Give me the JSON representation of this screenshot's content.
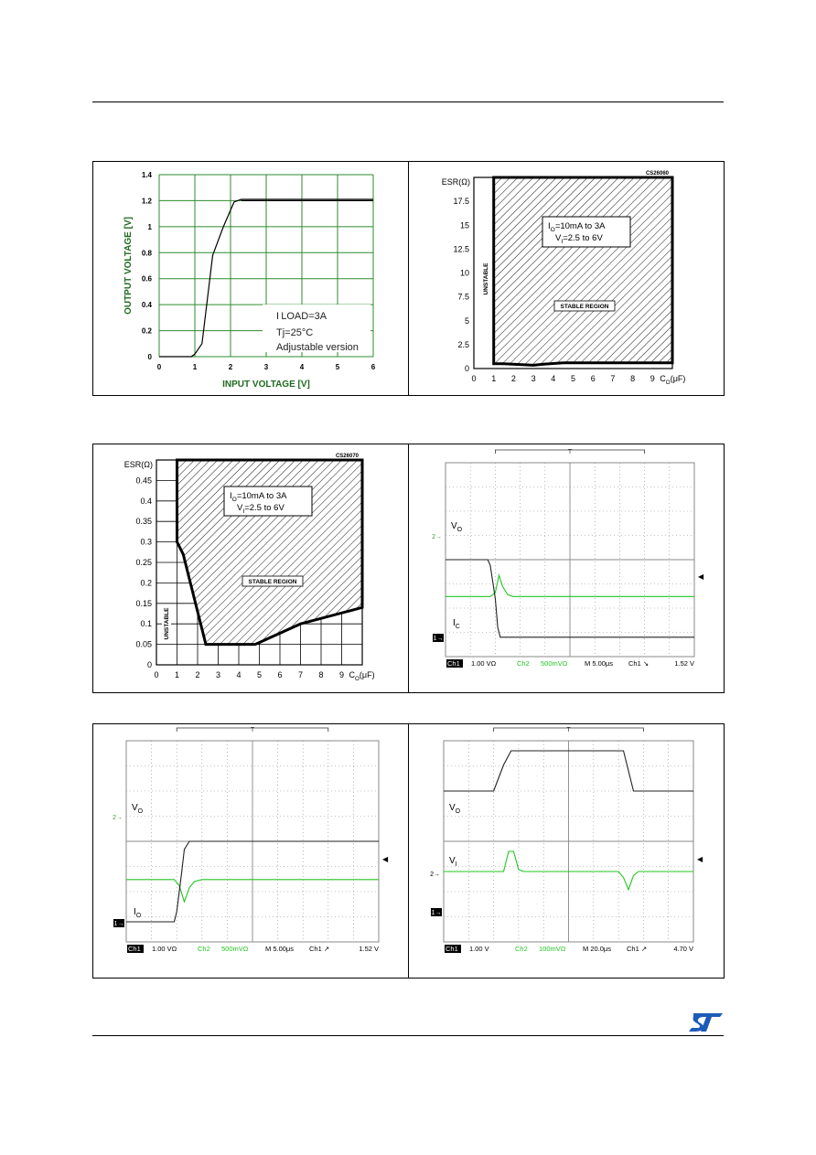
{
  "colors": {
    "ink": "#000000",
    "scope_bg": "#ffffff",
    "scope_grid": "#8a8a8a",
    "trace_ch1": "#222222",
    "trace_ch2": "#22c422",
    "st_logo": "#1e5bb8"
  },
  "logo": {
    "icon": "st-logo-icon"
  },
  "chart_data": [
    {
      "type": "line",
      "xlabel": "INPUT VOLTAGE [V]",
      "ylabel": "OUTPUT VOLTAGE [V]",
      "xlim": [
        0,
        6
      ],
      "ylim": [
        0,
        1.4
      ],
      "x_ticks": [
        "0",
        "1",
        "2",
        "3",
        "4",
        "5",
        "6"
      ],
      "y_ticks": [
        "0",
        "0.2",
        "0.4",
        "0.6",
        "0.8",
        "1",
        "1.2",
        "1.4"
      ],
      "grid": true,
      "annotations": [
        "I LOAD=3A",
        "Tj=25°C",
        "Adjustable version"
      ],
      "series": [
        {
          "x": [
            0,
            0.9,
            1.0,
            1.2,
            1.5,
            1.8,
            2.1,
            2.3,
            2.5,
            3,
            4,
            5,
            6
          ],
          "y": [
            0,
            0,
            0.02,
            0.1,
            0.78,
            1.0,
            1.19,
            1.21,
            1.21,
            1.21,
            1.21,
            1.21,
            1.21
          ]
        },
        {
          "x": [
            2.3,
            6
          ],
          "y": [
            1.2,
            1.2
          ]
        }
      ]
    },
    {
      "type": "area",
      "ylabel": "ESR(Ω)",
      "xlabel": "C₀(μF)",
      "xlabel_main": "C",
      "xlabel_sub": "O",
      "xlabel_unit": "(μF)",
      "code": "CS26060",
      "xlim": [
        0,
        10
      ],
      "ylim": [
        0,
        20
      ],
      "x_ticks": [
        "0",
        "1",
        "2",
        "3",
        "4",
        "5",
        "6",
        "7",
        "8",
        "9"
      ],
      "y_ticks": [
        "0",
        "2.5",
        "5",
        "7.5",
        "10",
        "12.5",
        "15",
        "17.5"
      ],
      "grid": false,
      "conditions": {
        "io_label": "I",
        "io_sub": "O",
        "io_text": "=10mA  to  3A",
        "vi_label": "V",
        "vi_sub": "I",
        "vi_text": "=2.5  to  6V"
      },
      "region_label": "STABLE REGION",
      "unstable_label": "UNSTABLE",
      "boundary": {
        "x": [
          1,
          1,
          10,
          10,
          4.5,
          3.5,
          3.0,
          1.5,
          1
        ],
        "y": [
          0.5,
          20,
          20,
          0.6,
          0.6,
          0.45,
          0.35,
          0.5,
          0.5
        ]
      }
    },
    {
      "type": "area",
      "ylabel": "ESR(Ω)",
      "xlabel": "C₀(μF)",
      "xlabel_main": "C",
      "xlabel_sub": "O",
      "xlabel_unit": "(μF)",
      "code": "CS26070",
      "xlim": [
        0,
        10
      ],
      "ylim": [
        0,
        0.5
      ],
      "x_ticks": [
        "0",
        "1",
        "2",
        "3",
        "4",
        "5",
        "6",
        "7",
        "8",
        "9"
      ],
      "y_ticks": [
        "0",
        "0.05",
        "0.1",
        "0.15",
        "0.2",
        "0.25",
        "0.3",
        "0.35",
        "0.4",
        "0.45"
      ],
      "grid": true,
      "conditions": {
        "io_label": "I",
        "io_sub": "O",
        "io_text": "=10mA  to  3A",
        "vi_label": "V",
        "vi_sub": "I",
        "vi_text": "=2.5  to  6V"
      },
      "region_label": "STABLE REGION",
      "unstable_label": "UNSTABLE",
      "boundary": {
        "x": [
          1,
          1,
          10,
          10,
          7,
          4.8,
          2.4,
          1.3,
          1
        ],
        "y": [
          0.3,
          0.5,
          0.5,
          0.14,
          0.1,
          0.05,
          0.05,
          0.27,
          0.3
        ]
      }
    },
    {
      "type": "line",
      "scope": true,
      "labels": {
        "v_main": "V",
        "v_sub": "O",
        "i_main": "I",
        "i_sub": "C"
      },
      "status": {
        "ch1": "Ch1",
        "ch1_scale": "1.00 VΩ",
        "ch2": "Ch2",
        "ch2_scale": "500mVΩ",
        "time": "M 5.00μs",
        "trigger": "Ch1  ↘",
        "level": "1.52 V"
      },
      "markers": {
        "ch1": "1",
        "ch2": "2",
        "t": "T"
      },
      "series": [
        {
          "name": "V",
          "x": [
            0,
            0.18,
            0.2,
            0.215,
            0.23,
            0.25,
            0.27,
            0.3,
            0.4,
            1.0
          ],
          "y": [
            0.31,
            0.31,
            0.33,
            0.42,
            0.36,
            0.32,
            0.31,
            0.31,
            0.31,
            0.31
          ]
        },
        {
          "name": "I",
          "x": [
            0,
            0.17,
            0.18,
            0.2,
            0.21,
            0.22,
            0.24,
            0.3,
            1.0
          ],
          "y": [
            0.5,
            0.5,
            0.47,
            0.3,
            0.15,
            0.1,
            0.1,
            0.1,
            0.1
          ]
        }
      ]
    },
    {
      "type": "line",
      "scope": true,
      "labels": {
        "v_main": "V",
        "v_sub": "O",
        "i_main": "I",
        "i_sub": "O"
      },
      "status": {
        "ch1": "Ch1",
        "ch1_scale": "1.00 VΩ",
        "ch2": "Ch2",
        "ch2_scale": "500mVΩ",
        "time": "M 5.00μs",
        "trigger": "Ch1  ↗",
        "level": "1.52 V"
      },
      "markers": {
        "ch1": "1",
        "ch2": "2",
        "t": "T"
      },
      "series": [
        {
          "name": "V",
          "x": [
            0,
            0.19,
            0.21,
            0.23,
            0.25,
            0.27,
            0.3,
            1.0
          ],
          "y": [
            0.31,
            0.31,
            0.28,
            0.2,
            0.27,
            0.3,
            0.31,
            0.31
          ]
        },
        {
          "name": "I",
          "x": [
            0,
            0.19,
            0.2,
            0.22,
            0.23,
            0.25,
            0.3,
            1.0
          ],
          "y": [
            0.1,
            0.1,
            0.15,
            0.35,
            0.46,
            0.5,
            0.5,
            0.5
          ]
        }
      ]
    },
    {
      "type": "line",
      "scope": true,
      "labels": {
        "v_main": "V",
        "v_sub": "O",
        "i_main": "V",
        "i_sub": "I"
      },
      "status": {
        "ch1": "Ch1",
        "ch1_scale": "1.00 V",
        "ch2": "Ch2",
        "ch2_scale": "100mVΩ",
        "time": "M 20.0μs",
        "trigger": "Ch1  ↗",
        "level": "4.70 V"
      },
      "markers": {
        "ch1": "1",
        "ch2": "2",
        "t": "T"
      },
      "series": [
        {
          "name": "V",
          "x": [
            0,
            0.2,
            0.24,
            0.27,
            0.3,
            0.68,
            0.72,
            0.76,
            1.0
          ],
          "y": [
            0.75,
            0.75,
            0.88,
            0.95,
            0.95,
            0.95,
            0.95,
            0.75,
            0.75
          ]
        },
        {
          "name": "I",
          "x": [
            0,
            0.24,
            0.26,
            0.28,
            0.3,
            0.32,
            0.36,
            0.7,
            0.72,
            0.74,
            0.76,
            0.78,
            1.0
          ],
          "y": [
            0.35,
            0.35,
            0.45,
            0.45,
            0.36,
            0.35,
            0.35,
            0.35,
            0.32,
            0.26,
            0.33,
            0.35,
            0.35
          ]
        }
      ]
    }
  ]
}
